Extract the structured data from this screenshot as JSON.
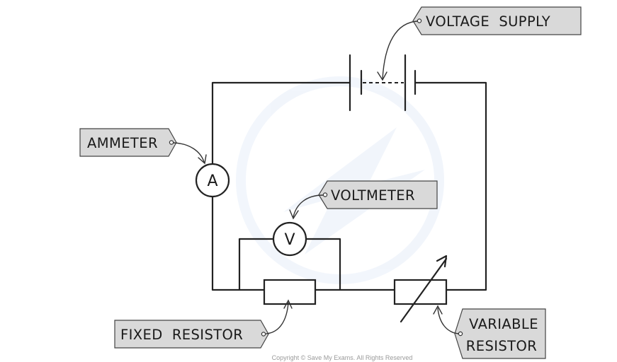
{
  "labels": {
    "voltage_supply": "VOLTAGE  SUPPLY",
    "ammeter": "AMMETER",
    "voltmeter": "VOLTMETER",
    "fixed_resistor": "FIXED  RESISTOR",
    "variable_resistor_line1": "VARIABLE",
    "variable_resistor_line2": "RESISTOR"
  },
  "meters": {
    "ammeter_symbol": "A",
    "voltmeter_symbol": "V"
  },
  "footer": {
    "copyright": "Copyright © Save My Exams. All Rights Reserved"
  }
}
